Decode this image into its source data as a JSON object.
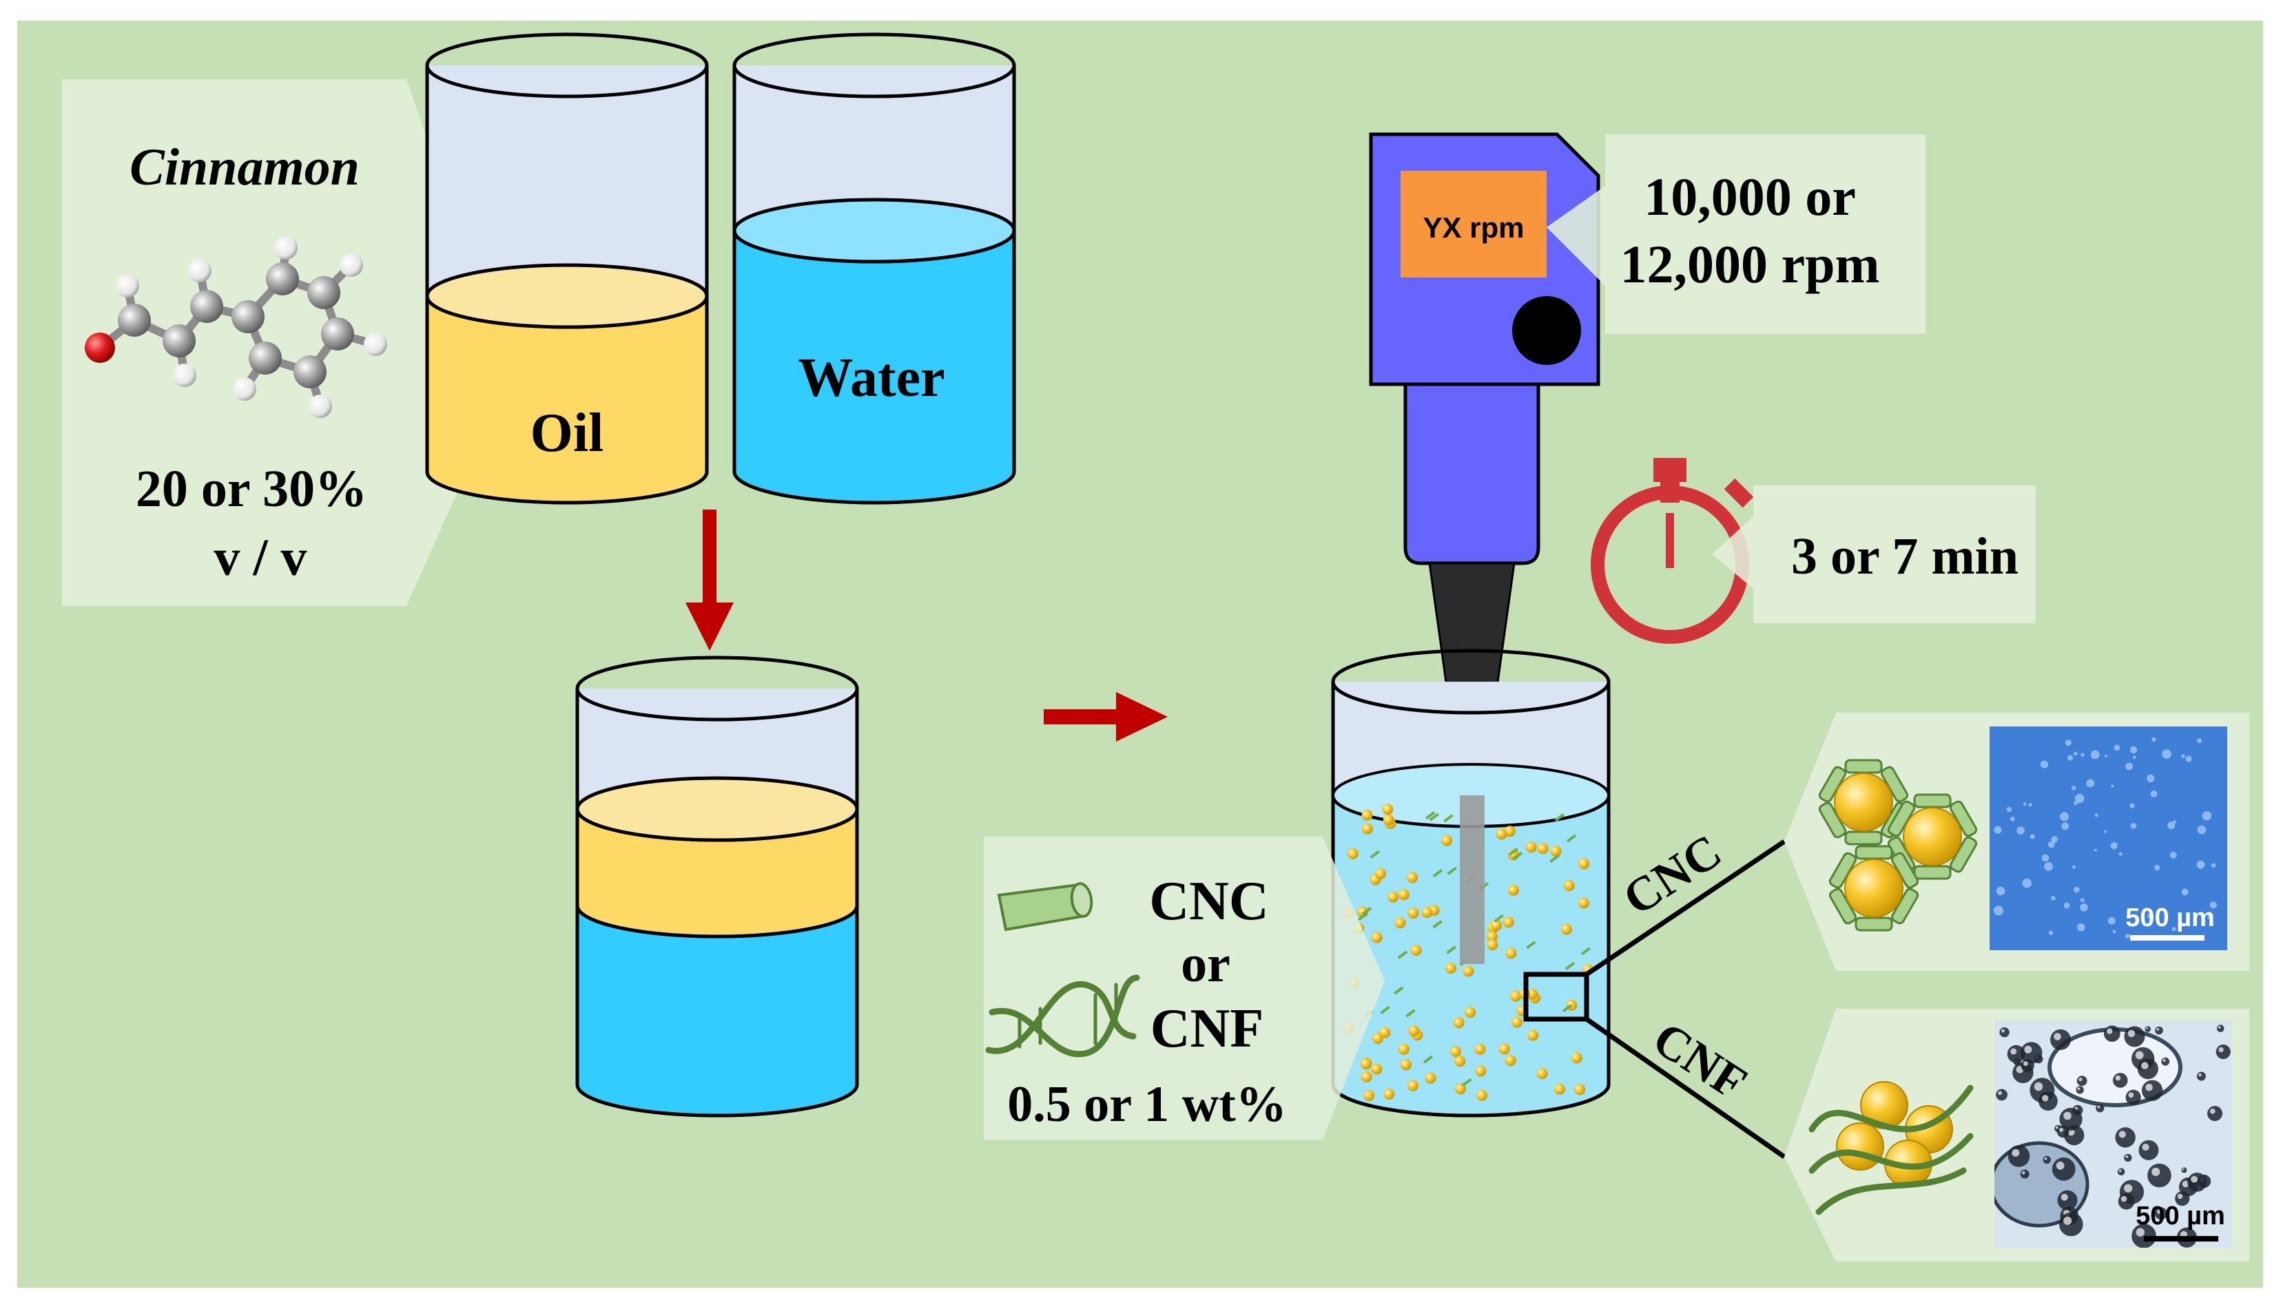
{
  "colors": {
    "background": "#c5e0b4",
    "panel": "#e2efda",
    "oil": "#ffd966",
    "oil_top": "#fbe6a1",
    "water": "#33ccff",
    "water_top": "#8fe2ff",
    "emulsion": "#9fe3f7",
    "beaker_empty": "#dbe4f2",
    "homogenizer": "#6666ff",
    "display": "#f7963c",
    "arrow": "#c00000",
    "timer": "#d13438",
    "cellulose": "#a9d18e",
    "cellulose_stroke": "#548235",
    "droplet": "#f5c518",
    "micro_cnc": "#3f7fd8",
    "micro_cnf": "#d8e4ef"
  },
  "cinnamon_panel": {
    "title": "Cinnamon",
    "concentration_line1": "20 or 30%",
    "concentration_line2": "v / v"
  },
  "beakers": {
    "oil_label": "Oil",
    "water_label": "Water"
  },
  "homogenizer": {
    "display_text": "YX rpm",
    "speed_line1": "10,000 or",
    "speed_line2": "12,000 rpm"
  },
  "timer": {
    "icon": "stopwatch-icon",
    "duration": "3 or 7 min"
  },
  "cellulose_panel": {
    "line1": "CNC",
    "line2": "or",
    "line3": "CNF",
    "concentration": "0.5 or 1 wt%",
    "cnc_icon": "rod-icon",
    "cnf_icon": "fiber-helix-icon"
  },
  "results": {
    "cnc_label": "CNC",
    "cnf_label": "CNF",
    "cnc_scale": "500 µm",
    "cnf_scale": "500 µm"
  }
}
